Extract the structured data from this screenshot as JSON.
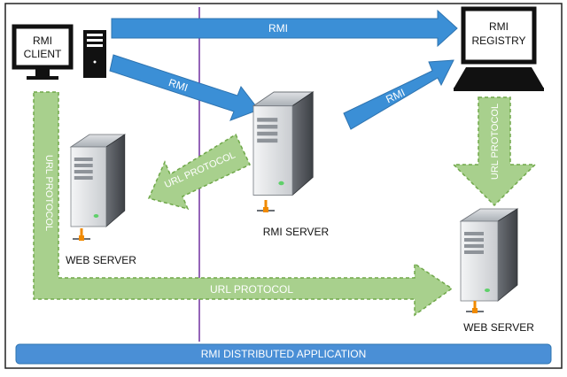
{
  "labels": {
    "rmi_client_line1": "RMI",
    "rmi_client_line2": "CLIENT",
    "rmi_registry_line1": "RMI",
    "rmi_registry_line2": "REGISTRY",
    "rmi_server": "RMI SERVER",
    "web_server_left": "WEB SERVER",
    "web_server_right": "WEB SERVER",
    "bottom_bar": "RMI DISTRIBUTED APPLICATION"
  },
  "arrows": {
    "client_to_registry": "RMI",
    "client_to_server": "RMI",
    "server_to_registry": "RMI",
    "server_to_web_left": "URL PROTOCOL",
    "registry_to_web_right": "URL PROTOCOL",
    "client_vertical": "URL PROTOCOL",
    "bottom_to_web_right": "URL PROTOCOL"
  },
  "colors": {
    "rmi_arrow": "#3b8fd6",
    "url_arrow": "#a8d08d",
    "url_arrow_border": "#70a84a",
    "bar": "#4a8fd6",
    "divider": "#7030a0"
  },
  "icons": {
    "client": "desktop-computer-icon",
    "registry": "laptop-icon",
    "servers": "server-tower-icon"
  }
}
